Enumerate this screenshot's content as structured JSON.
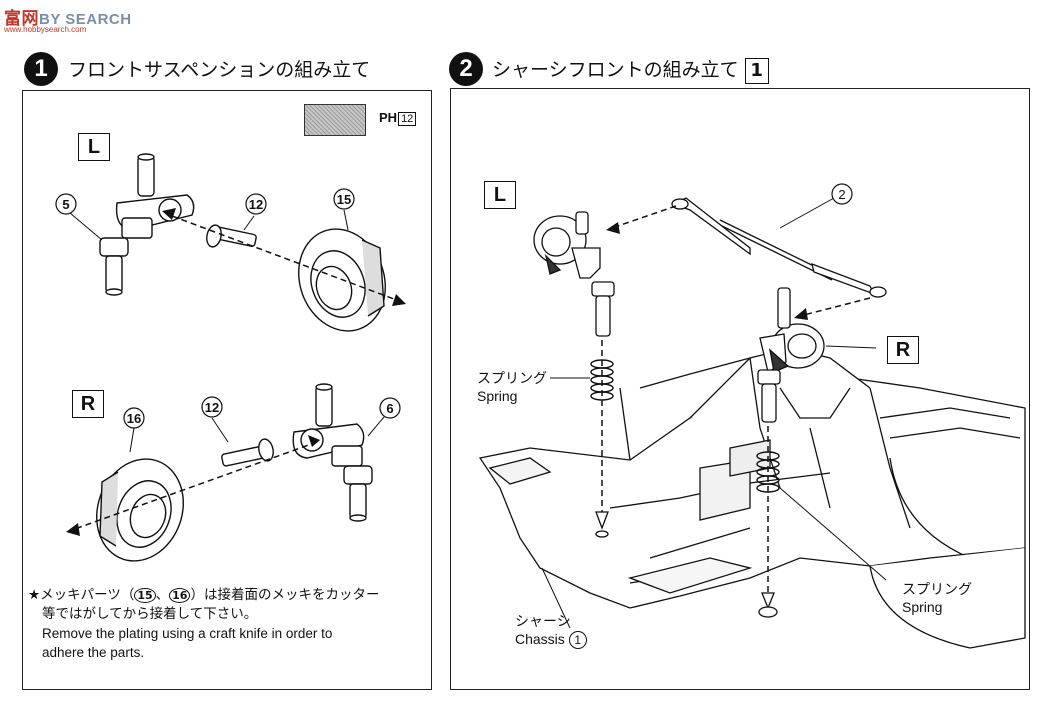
{
  "watermark": {
    "logo": "富",
    "brand": "网",
    "suffix": "BY SEARCH",
    "sub": "www.hobbysearch.com"
  },
  "step1": {
    "number": "1",
    "title": "フロントサスペンションの組み立て",
    "paint_code": "PH",
    "paint_num": "12",
    "paint_swatch_color": "#bfbfbf",
    "left_tag": "L",
    "right_tag": "R",
    "parts": {
      "p5": "5",
      "p12a": "12",
      "p15": "15",
      "p16": "16",
      "p12b": "12",
      "p6": "6"
    },
    "note": {
      "star": "★",
      "jp_pre": "メッキパーツ（",
      "p15": "15",
      "sep": "、",
      "p16": "16",
      "jp_post": "）は接着面のメッキをカッター",
      "jp_line2": "等ではがしてから接着して下さい。",
      "en_line1": "Remove the plating using a craft knife in order to",
      "en_line2": "adhere the parts."
    }
  },
  "step2": {
    "number": "2",
    "title": "シャーシフロントの組み立て",
    "sub_step": "1",
    "left_tag": "L",
    "right_tag": "R",
    "part2": "2",
    "spring_left_jp": "スプリング",
    "spring_left_en": "Spring",
    "spring_right_jp": "スプリング",
    "spring_right_en": "Spring",
    "chassis_jp": "シャーシ",
    "chassis_en": "Chassis",
    "chassis_num": "1"
  }
}
